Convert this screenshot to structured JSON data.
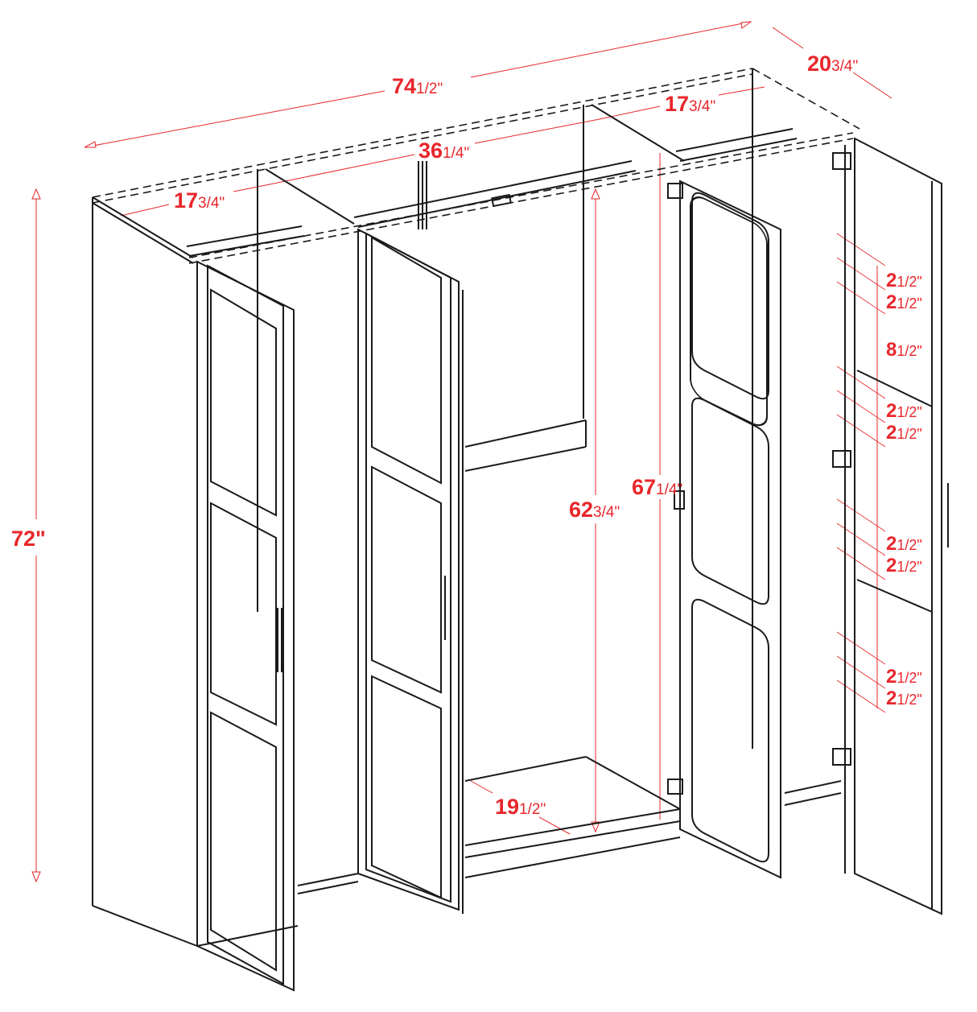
{
  "diagram": {
    "subject": "Four-door wardrobe cabinet with hanging rods, dimension drawing",
    "accent_color": "#e8262b",
    "line_color": "#1a1a1a",
    "dimensions": {
      "overall_width": {
        "whole": "74",
        "fraction": "1/2\""
      },
      "overall_depth": {
        "whole": "20",
        "fraction": "3/4\""
      },
      "overall_height": {
        "whole": "72\"",
        "fraction": ""
      },
      "left_section_width": {
        "whole": "17",
        "fraction": "3/4\""
      },
      "center_section_width": {
        "whole": "36",
        "fraction": "1/4\""
      },
      "right_section_width": {
        "whole": "17",
        "fraction": "3/4\""
      },
      "center_hanging_height": {
        "whole": "62",
        "fraction": "3/4\""
      },
      "right_interior_height": {
        "whole": "67",
        "fraction": "1/4\""
      },
      "interior_depth": {
        "whole": "19",
        "fraction": "1/2\""
      },
      "shelf_spacing": [
        {
          "whole": "2",
          "fraction": "1/2\""
        },
        {
          "whole": "2",
          "fraction": "1/2\""
        },
        {
          "whole": "8",
          "fraction": "1/2\""
        },
        {
          "whole": "2",
          "fraction": "1/2\""
        },
        {
          "whole": "2",
          "fraction": "1/2\""
        },
        {
          "whole": "2",
          "fraction": "1/2\""
        },
        {
          "whole": "2",
          "fraction": "1/2\""
        },
        {
          "whole": "2",
          "fraction": "1/2\""
        },
        {
          "whole": "2",
          "fraction": "1/2\""
        }
      ]
    }
  }
}
